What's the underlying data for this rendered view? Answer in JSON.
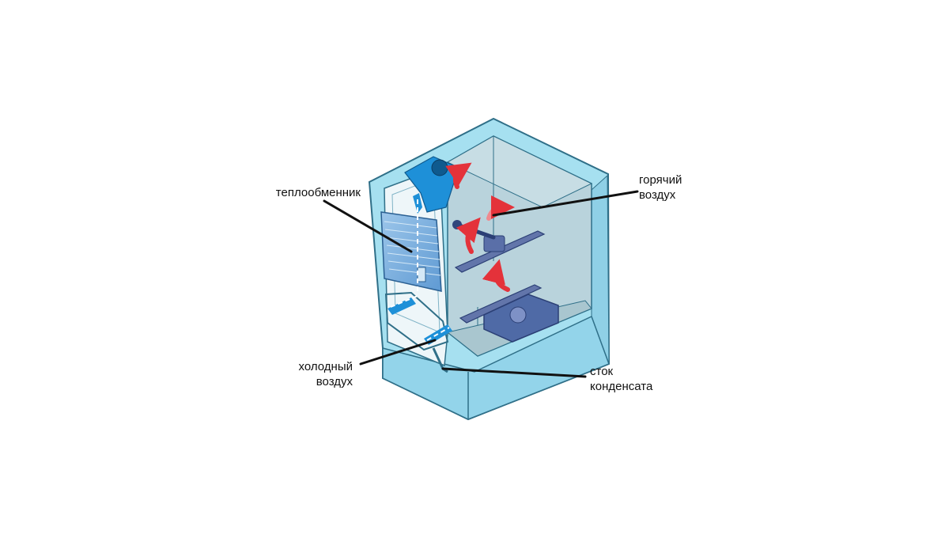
{
  "labels": {
    "heat_exchanger": "теплообменник",
    "hot_air": [
      "горячий",
      "воздух"
    ],
    "cold_air": [
      "холодный",
      "воздух"
    ],
    "condensate_drain": [
      "сток",
      "конденсата"
    ]
  },
  "colors": {
    "body_light": "#a6e0f0",
    "body_mid": "#86cde6",
    "outline": "#2f6f88",
    "interior": "#b9d3dc",
    "interior_top": "#c7dde4",
    "airflow_blue": "#1e90d8",
    "airflow_red": "#e4323a",
    "spray_arm": "#5a6fa8",
    "heat_exchanger": "#7fb2e0",
    "leader": "#111111"
  }
}
